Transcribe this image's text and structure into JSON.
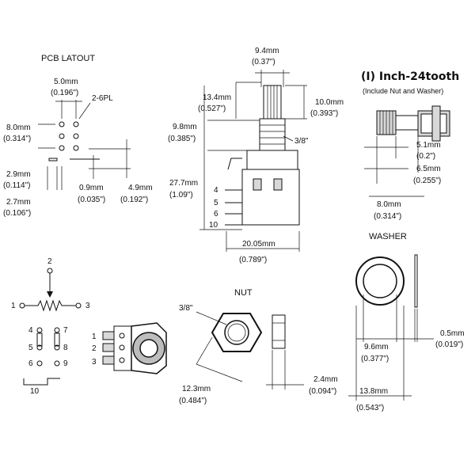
{
  "pcb": {
    "title": "PCB LATOUT",
    "dim_5": "5.0mm",
    "dim_5_in": "(0.196\")",
    "pins": "2-6PL",
    "dim_8": "8.0mm",
    "dim_8_in": "(0.314\")",
    "dim_29": "2.9mm",
    "dim_29_in": "(0.114\")",
    "dim_27": "2.7mm",
    "dim_27_in": "(0.106\")",
    "dim_09": "0.9mm",
    "dim_09_in": "(0.035\")",
    "dim_49": "4.9mm",
    "dim_49_in": "(0.192\")"
  },
  "side": {
    "dim_94": "9.4mm",
    "dim_94_in": "(0.37\")",
    "dim_134": "13.4mm",
    "dim_134_in": "(0.527\")",
    "dim_10": "10.0mm",
    "dim_10_in": "(0.393\")",
    "dim_98": "9.8mm",
    "dim_98_in": "(0.385\")",
    "thread": "3/8\"",
    "dim_277": "27.7mm",
    "dim_277_in": "(1.09\")",
    "dim_2005": "20.05mm",
    "dim_2005_in": "(0.789\")",
    "pin4": "4",
    "pin5": "5",
    "pin6": "6",
    "pin10": "10"
  },
  "shaft": {
    "title": "(I) Inch-24tooth",
    "subtitle": "(Include Nut and Washer)",
    "dim_51": "5.1mm",
    "dim_51_in": "(0.2\")",
    "dim_65": "6.5mm",
    "dim_65_in": "(0.255\")",
    "dim_8": "8.0mm",
    "dim_8_in": "(0.314\")"
  },
  "washer": {
    "title": "WASHER",
    "dim_96": "9.6mm",
    "dim_96_in": "(0.377\")",
    "dim_05": "0.5mm",
    "dim_05_in": "(0.019\")",
    "dim_138": "13.8mm",
    "dim_138_in": "(0.543\")"
  },
  "nut": {
    "title": "NUT",
    "thread": "3/8\"",
    "dim_123": "12.3mm",
    "dim_123_in": "(0.484\")",
    "dim_24": "2.4mm",
    "dim_24_in": "(0.094\")"
  },
  "schematic": {
    "p1": "1",
    "p2": "2",
    "p3": "3",
    "s4": "4",
    "s5": "5",
    "s6": "6",
    "s7": "7",
    "s8": "8",
    "s9": "9",
    "s10": "10",
    "b1": "1",
    "b2": "2",
    "b3": "3"
  }
}
